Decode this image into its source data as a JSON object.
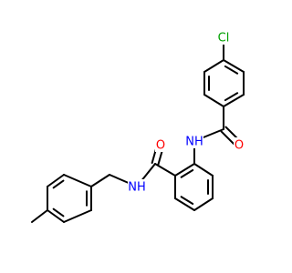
{
  "structure": {
    "atoms": [
      {
        "id": "Cl",
        "symbol": "Cl",
        "color": "#00a000"
      },
      {
        "id": "O1",
        "symbol": "O",
        "color": "#ff0000"
      },
      {
        "id": "N1",
        "symbol": "NH",
        "color": "#0000ff"
      },
      {
        "id": "O2",
        "symbol": "O",
        "color": "#ff0000"
      },
      {
        "id": "N2",
        "symbol": "NH",
        "color": "#0000ff"
      }
    ]
  }
}
